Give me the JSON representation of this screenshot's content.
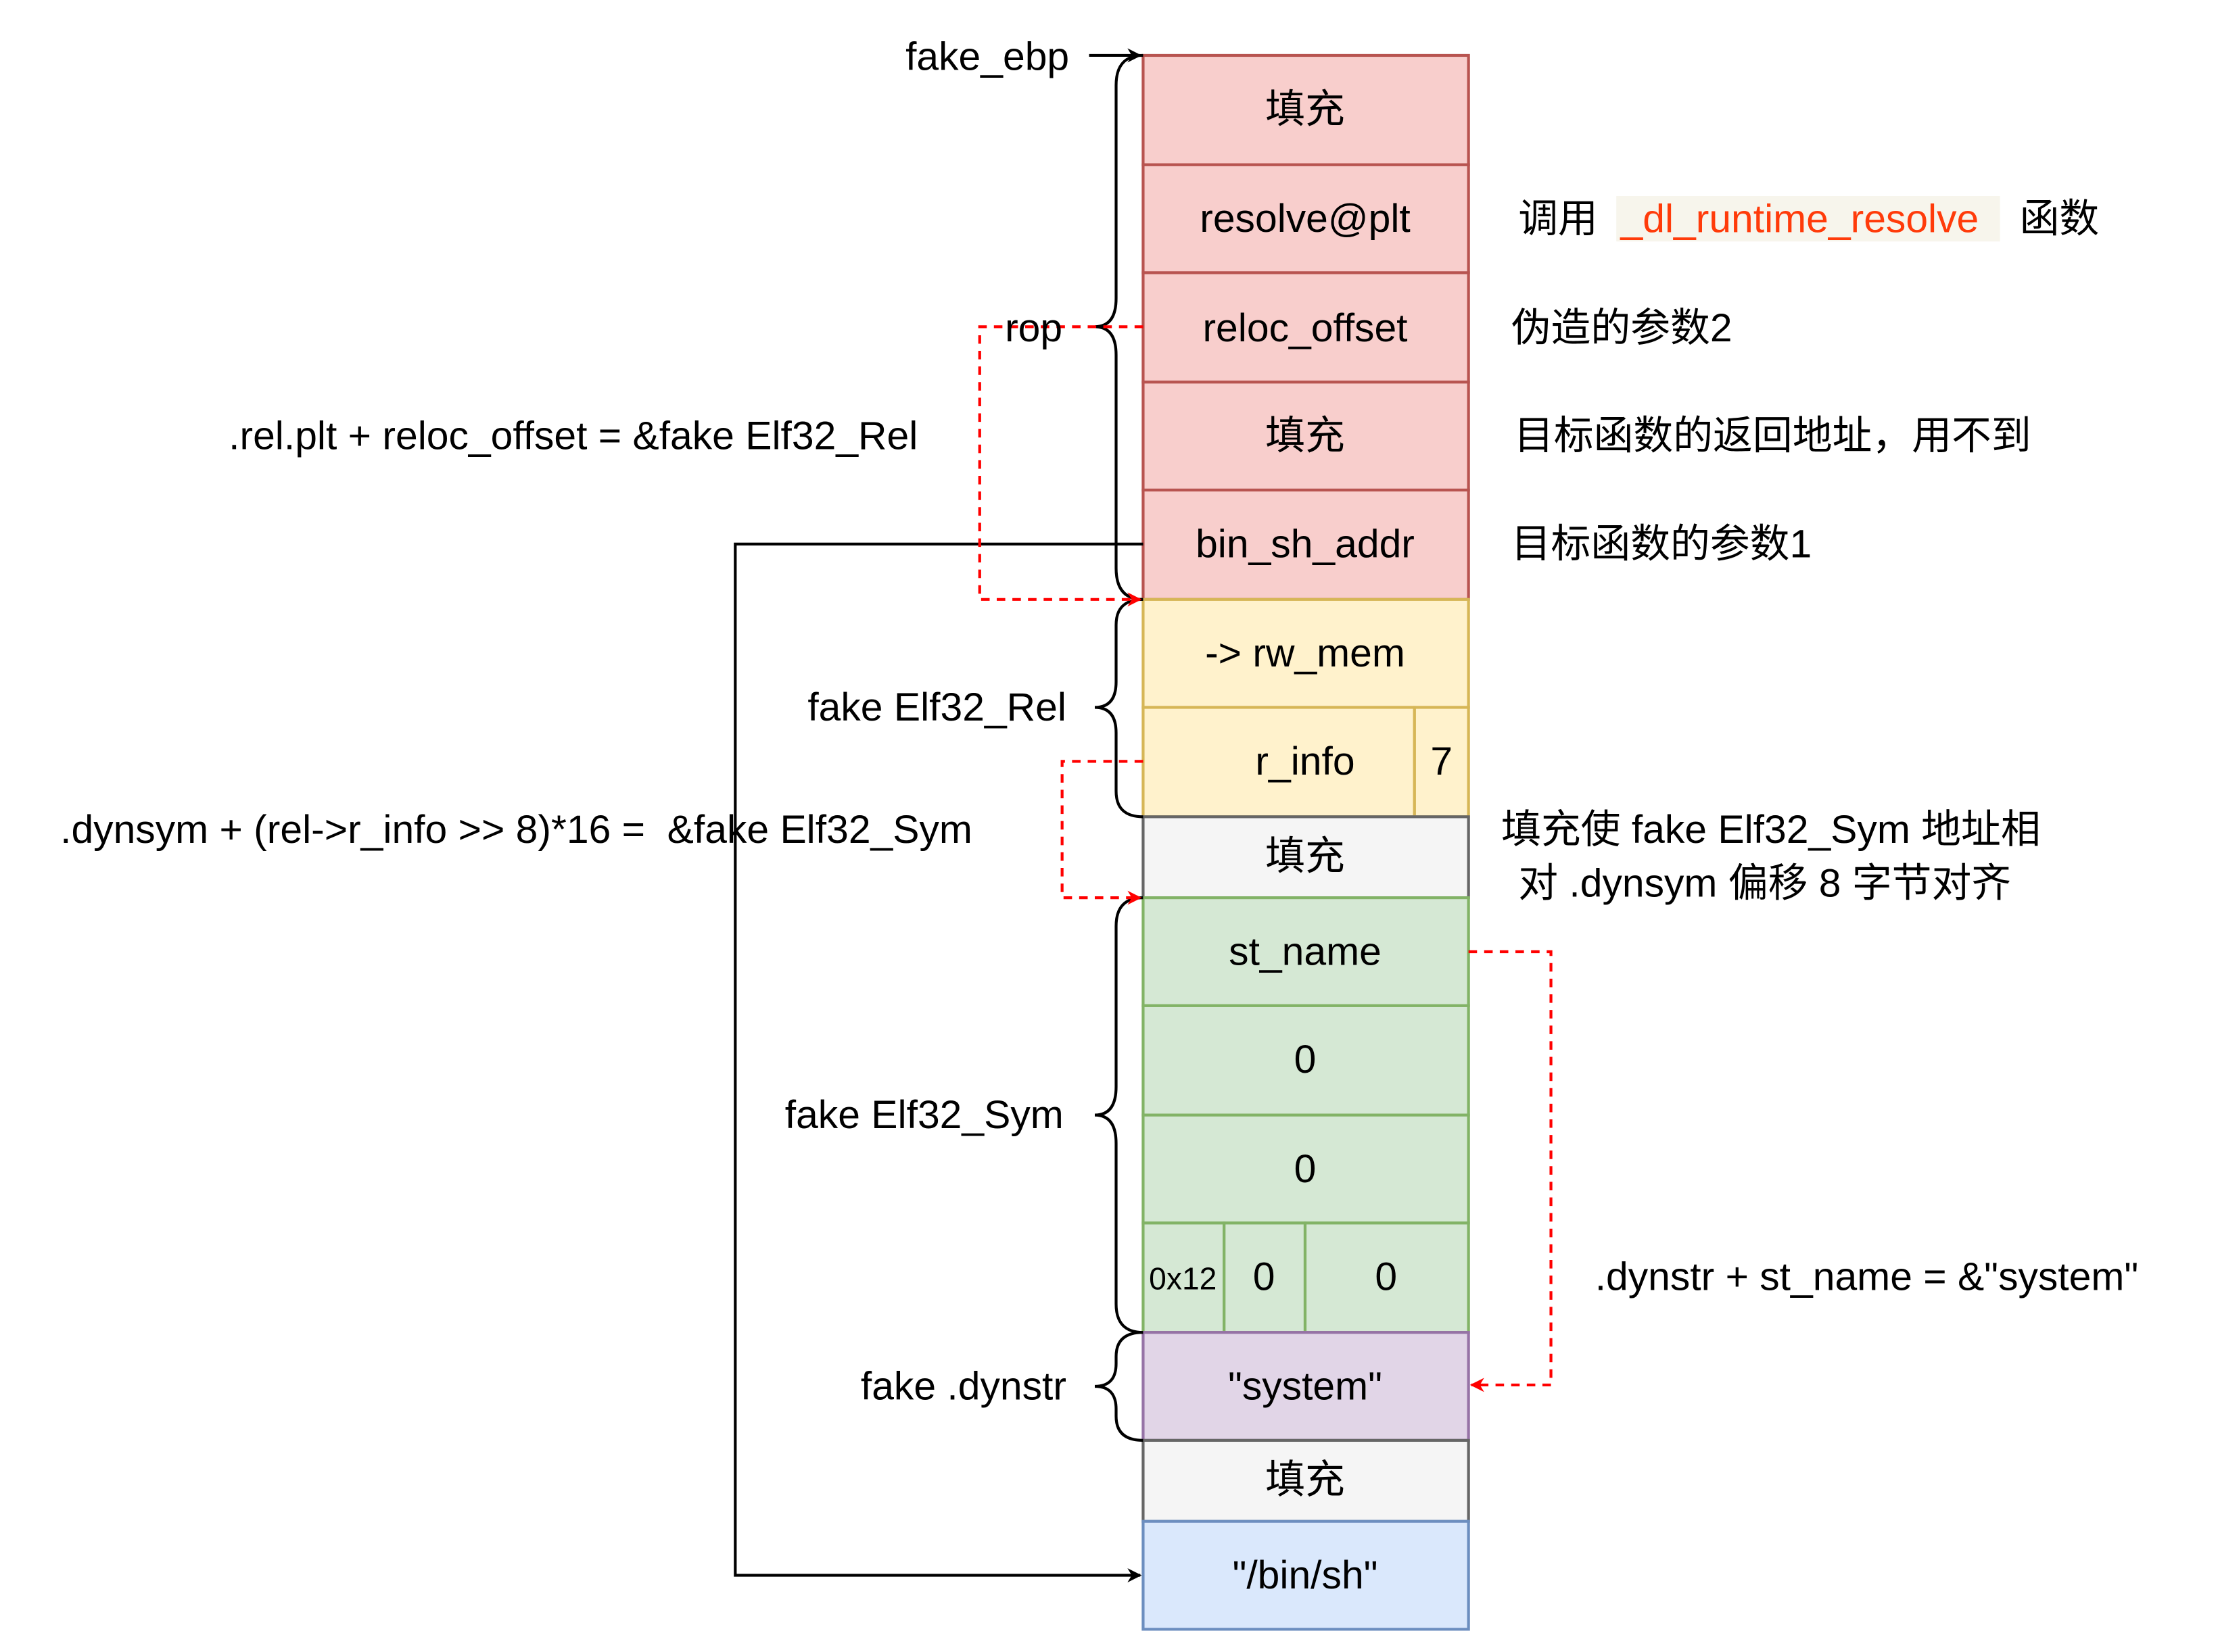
{
  "colors": {
    "red_fill": "#f8cecc",
    "red_stroke": "#b85450",
    "yellow_fill": "#fff2cc",
    "yellow_stroke": "#d6b656",
    "gray_fill": "#f5f5f5",
    "gray_stroke": "#666666",
    "green_fill": "#d5e8d4",
    "green_stroke": "#82b366",
    "purple_fill": "#e1d5e7",
    "purple_stroke": "#9673a6",
    "blue_fill": "#dae8fc",
    "blue_stroke": "#6c8ebf",
    "highlight_text": "#ff3b0a",
    "highlight_bg": "#f7f5ec"
  },
  "stack": {
    "pad1": "填充",
    "resolve_plt": "resolve@plt",
    "reloc_offset": "reloc_offset",
    "pad2": "填充",
    "bin_sh_addr": "bin_sh_addr",
    "rw_mem": "-> rw_mem",
    "r_info": "r_info",
    "r_info_type": "7",
    "pad3": "填充",
    "st_name": "st_name",
    "st_value": "0",
    "st_size": "0",
    "st_info": "0x12",
    "st_other": "0",
    "st_shndx": "0",
    "system_str": "\"system\"",
    "pad4": "填充",
    "bin_sh_str": "\"/bin/sh\""
  },
  "left_labels": {
    "fake_ebp": "fake_ebp",
    "rop": "rop",
    "rel_formula": ".rel.plt + reloc_offset = &fake Elf32_Rel",
    "fake_rel": "fake Elf32_Rel",
    "sym_formula": ".dynsym + (rel->r_info >> 8)*16 =  &fake Elf32_Sym",
    "fake_sym": "fake Elf32_Sym",
    "fake_dynstr": "fake .dynstr"
  },
  "right_notes": {
    "call_prefix": "调用 ",
    "call_func": "_dl_runtime_resolve",
    "call_suffix": " 函数",
    "arg2": "伪造的参数2",
    "ret_addr": "目标函数的返回地址，用不到",
    "arg1": "目标函数的参数1",
    "align_line1": "填充使 fake Elf32_Sym 地址相",
    "align_line2": "对 .dynsym 偏移 8 字节对齐",
    "dynstr_formula": ".dynstr + st_name = &\"system\""
  }
}
